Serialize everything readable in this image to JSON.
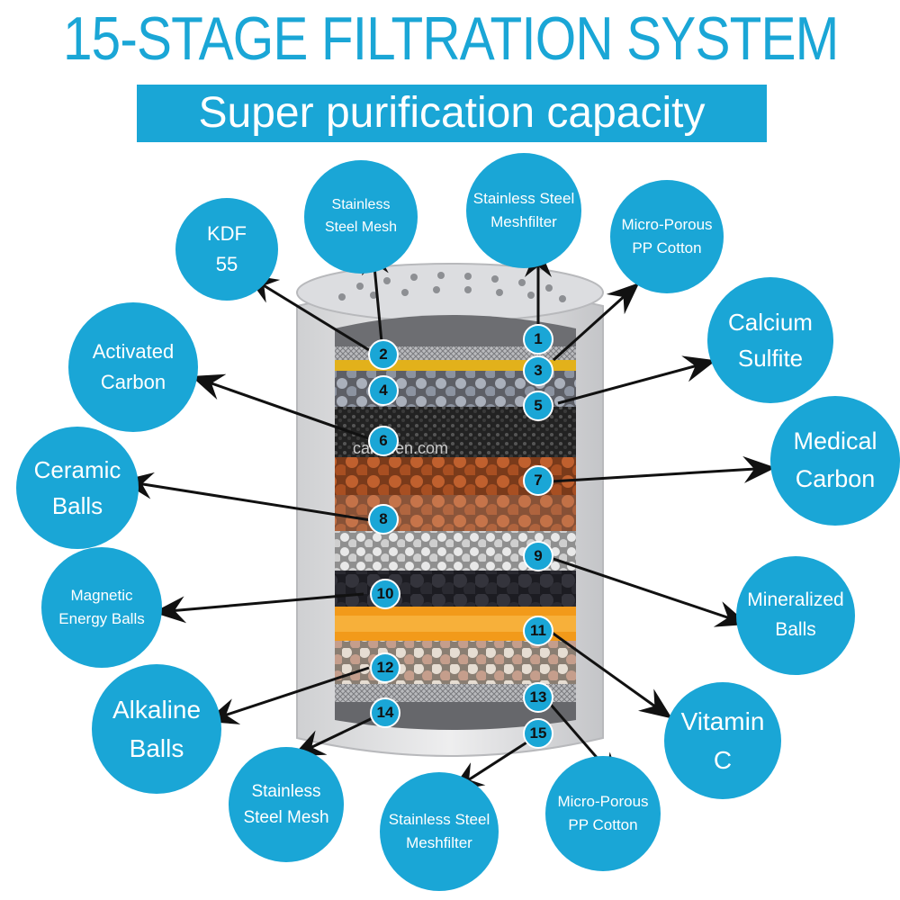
{
  "title": "15-STAGE FILTRATION SYSTEM",
  "subtitle": "Super purification capacity",
  "watermark": "calux.en.com",
  "colors": {
    "accent": "#1aa6d6",
    "text_on_accent": "#ffffff"
  },
  "stage_numbers": [
    "1",
    "2",
    "3",
    "4",
    "5",
    "6",
    "7",
    "8",
    "9",
    "10",
    "11",
    "12",
    "13",
    "14",
    "15"
  ],
  "labels": {
    "kdf": "KDF\n55",
    "stainless_mesh_top": "Stainless\nSteel Mesh",
    "meshfilter_top": "Stainless Steel\nMeshfilter",
    "pp_cotton_top": "Micro-Porous\nPP  Cotton",
    "calcium_sulfite": "Calcium\nSulfite",
    "activated_carbon": "Activated\nCarbon",
    "medical_carbon": "Medical\nCarbon",
    "ceramic_balls": "Ceramic\nBalls",
    "magnetic_balls": "Magnetic\nEnergy Balls",
    "mineralized_balls": "Mineralized\nBalls",
    "alkaline_balls": "Alkaline\nBalls",
    "vitamin_c": "Vitamin\nC",
    "stainless_mesh_bottom": "Stainless\nSteel Mesh",
    "meshfilter_bottom": "Stainless Steel\nMeshfilter",
    "pp_cotton_bottom": "Micro-Porous\nPP  Cotton"
  }
}
